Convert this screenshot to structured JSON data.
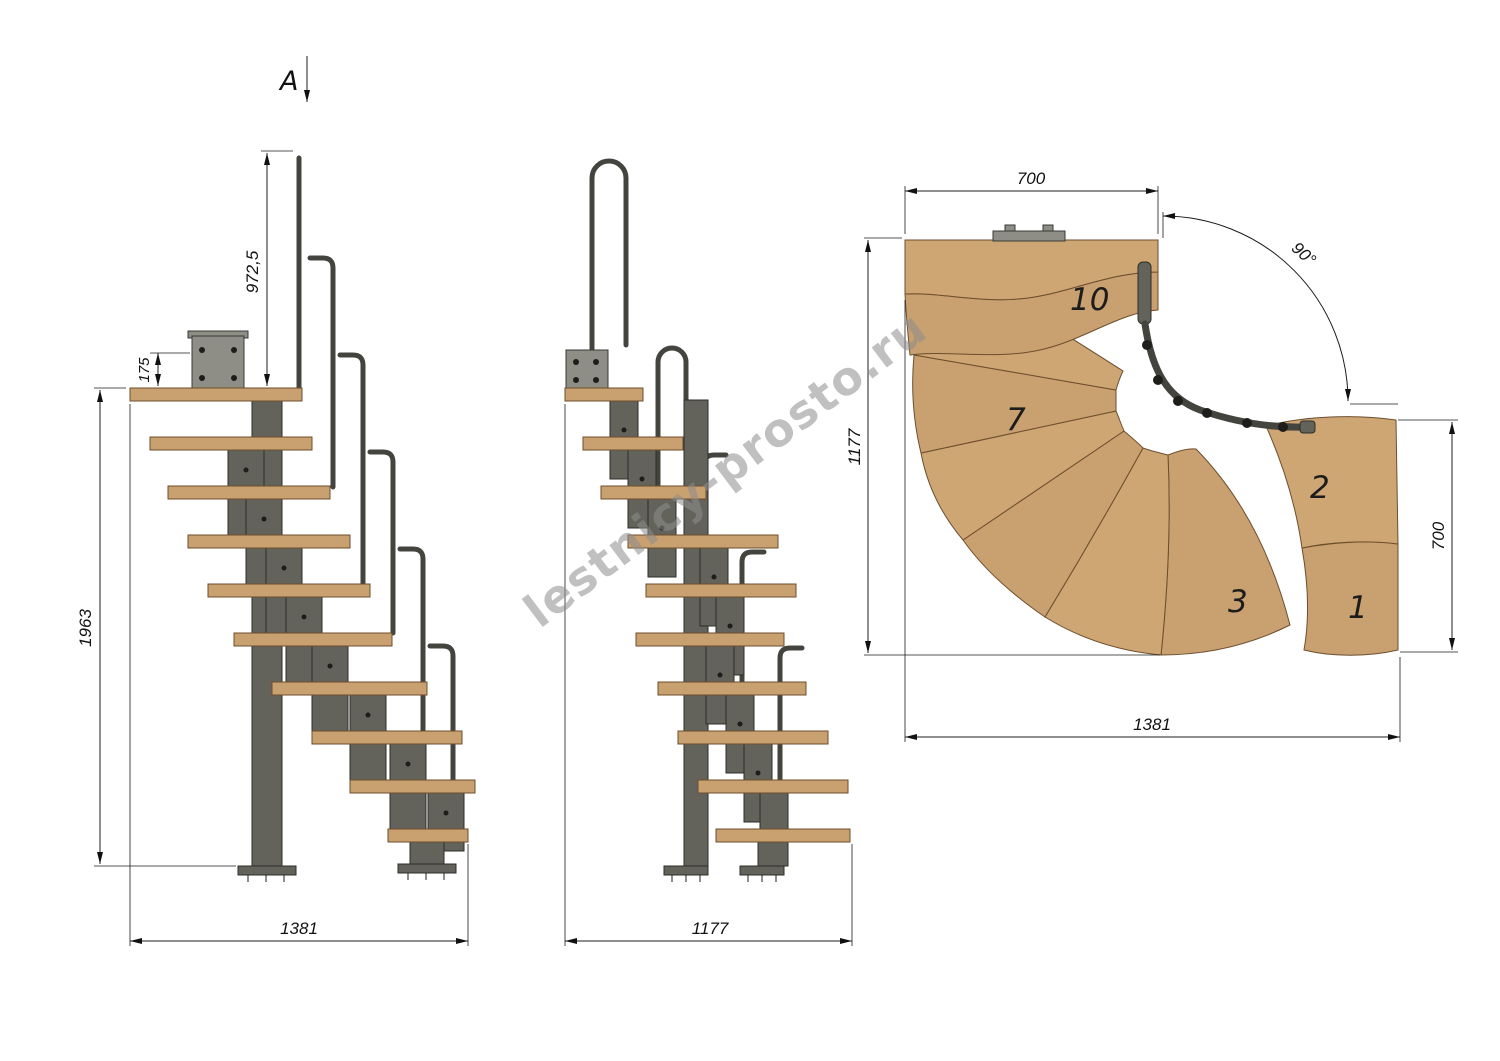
{
  "watermark": {
    "text": "lestnicy-prosto.ru"
  },
  "section_label": {
    "text": "A"
  },
  "side_view": {
    "dims": {
      "handrail_height": "972,5",
      "top_step_height": "175",
      "total_height": "1963",
      "total_run": "1381"
    }
  },
  "front_view": {
    "dims": {
      "total_width": "1177"
    }
  },
  "plan_view": {
    "dims": {
      "top_width": "700",
      "left_depth": "1177",
      "turn_angle": "90°",
      "right_depth": "700",
      "bottom_width": "1381"
    },
    "tread_labels": [
      "10",
      "7",
      "2",
      "3",
      "1"
    ]
  }
}
